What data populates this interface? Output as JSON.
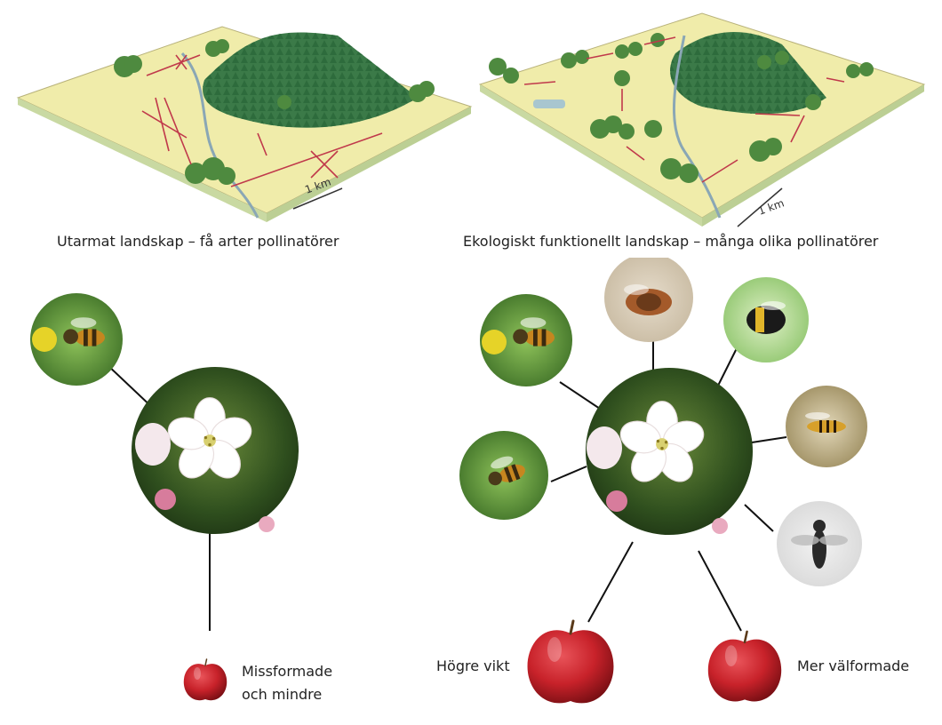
{
  "landscapes": {
    "left": {
      "caption": "Utarmat landskap – få arter pollinatörer",
      "scale": "1 km"
    },
    "right": {
      "caption": "Ekologiskt funktionellt landskap – många olika pollinatörer",
      "scale": "1 km"
    }
  },
  "outcomes": {
    "left": {
      "line1": "Missformade",
      "line2": "och mindre"
    },
    "right_heavier": "Högre vikt",
    "right_shapelier": "Mer välformade"
  },
  "pollinators_left": [
    "honeybee-icon"
  ],
  "pollinators_right": [
    "honeybee-icon",
    "mining-bee-icon",
    "bumblebee-icon",
    "hoverfly-icon",
    "solitary-bee-icon",
    "mason-bee-icon"
  ],
  "colors": {
    "field": "#f0ecaa",
    "forest": "#2f6b3f",
    "link_line": "#111111",
    "arrow": "#c0394b",
    "apple": "#c8222a"
  }
}
